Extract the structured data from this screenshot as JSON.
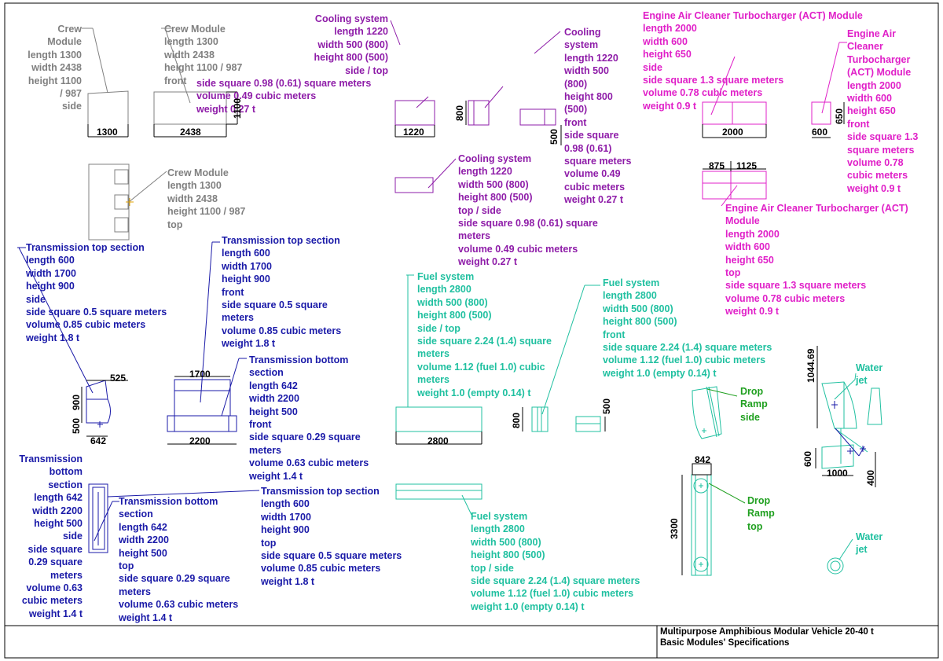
{
  "crew_side": "Crew\nModule\nlength 1300\nwidth 2438\nheight 1100\n/ 987\nside",
  "crew_front": "Crew Module\nlength 1300\nwidth 2438\nheight 1100 / 987\nfront",
  "crew_top": "Crew Module\nlength 1300\nwidth 2438\nheight 1100 / 987\ntop",
  "cool_side_top": "Cooling system\nlength 1220\nwidth 500 (800)\nheight 800 (500)\nside / top",
  "cool_side_top_extra": "side square 0.98 (0.61) square meters\nvolume 0.49 cubic meters\nweight 0.27 t",
  "cool_front": "Cooling\nsystem\nlength 1220\nwidth 500\n(800)\nheight 800\n(500)\nfront\nside square\n0.98 (0.61)\nsquare meters\nvolume 0.49\ncubic meters\nweight 0.27 t",
  "cool_top_side": "Cooling system\nlength 1220\nwidth 500 (800)\nheight 800 (500)\ntop / side\nside square 0.98 (0.61) square\nmeters\nvolume 0.49 cubic meters\nweight 0.27 t",
  "act_side": "Engine Air Cleaner Turbocharger (ACT) Module\nlength 2000\nwidth 600\nheight 650\nside\nside square 1.3 square meters\nvolume 0.78 cubic meters\nweight 0.9 t",
  "act_front": "Engine Air\nCleaner\nTurbocharger\n(ACT) Module\nlength 2000\nwidth 600\nheight 650\nfront\nside square 1.3\nsquare meters\nvolume 0.78\ncubic meters\nweight 0.9 t",
  "act_top": "Engine Air Cleaner Turbocharger (ACT)\nModule\nlength 2000\nwidth 600\nheight 650\ntop\nside square 1.3 square meters\nvolume 0.78 cubic meters\nweight 0.9 t",
  "trans_top_side": "Transmission top section\nlength 600\nwidth 1700\nheight 900\nside\nside square 0.5 square meters\nvolume 0.85 cubic meters\nweight 1.8 t",
  "trans_top_front": "Transmission top section\nlength 600\nwidth 1700\nheight 900\nfront\nside square 0.5 square\nmeters\nvolume 0.85 cubic meters\nweight 1.8 t",
  "trans_bottom_front": "Transmission bottom\nsection\nlength 642\nwidth 2200\nheight 500\nfront\nside square 0.29 square\nmeters\nvolume 0.63 cubic meters\nweight 1.4 t",
  "trans_bottom_side": "Transmission\nbottom\nsection\nlength 642\nwidth 2200\nheight 500\nside\nside square\n0.29 square\nmeters\nvolume 0.63\ncubic meters\nweight 1.4 t",
  "trans_bottom_top": "Transmission bottom\nsection\nlength 642\nwidth 2200\nheight 500\ntop\nside square 0.29 square\nmeters\nvolume 0.63 cubic meters\nweight 1.4 t",
  "trans_top_top": "Transmission top section\nlength 600\nwidth 1700\nheight 900\ntop\nside square 0.5 square meters\nvolume 0.85 cubic meters\nweight 1.8 t",
  "fuel_side_top": "Fuel system\nlength 2800\nwidth 500 (800)\nheight 800 (500)\nside / top\nside square 2.24 (1.4) square\nmeters\nvolume 1.12 (fuel 1.0) cubic\nmeters\nweight 1.0 (empty 0.14) t",
  "fuel_front": "Fuel system\nlength 2800\nwidth 500 (800)\nheight 800 (500)\nfront\nside square 2.24 (1.4) square meters\nvolume 1.12 (fuel 1.0) cubic meters\nweight 1.0 (empty 0.14) t",
  "fuel_top_side": "Fuel system\nlength 2800\nwidth 500 (800)\nheight 800 (500)\ntop / side\nside square 2.24 (1.4) square meters\nvolume 1.12 (fuel 1.0) cubic meters\nweight 1.0 (empty 0.14) t",
  "drop_side": "Drop\nRamp\nside",
  "drop_top": "Drop\nRamp\ntop",
  "water_side": "Water\njet",
  "water_top": "Water\njet",
  "dims": {
    "d1300": "1300",
    "d2438": "2438",
    "d1100": "1100",
    "d1220": "1220",
    "d800a": "800",
    "d500a": "500",
    "d2000": "2000",
    "d600a": "600",
    "d650": "650",
    "d875": "875",
    "d1125": "1125",
    "d525": "525",
    "d900": "900",
    "d500b": "500",
    "d642": "642",
    "d1700": "1700",
    "d2200": "2200",
    "d2800": "2800",
    "d800b": "800",
    "d500c": "500",
    "d842": "842",
    "d3300": "3300",
    "d104469": "1044.69",
    "d600b": "600",
    "d1000": "1000",
    "d400": "400"
  },
  "title_block": {
    "line1": "Multipurpose Amphibious Modular Vehicle 20-40 t",
    "line2": "Basic Modules' Specifications"
  },
  "colors": {
    "gray": "#808080",
    "purple": "#8e1ca8",
    "magenta": "#e020c8",
    "navy": "#1a1aa8",
    "teal": "#20c0a0",
    "green": "#20a020",
    "yellow": "#e0a000"
  }
}
